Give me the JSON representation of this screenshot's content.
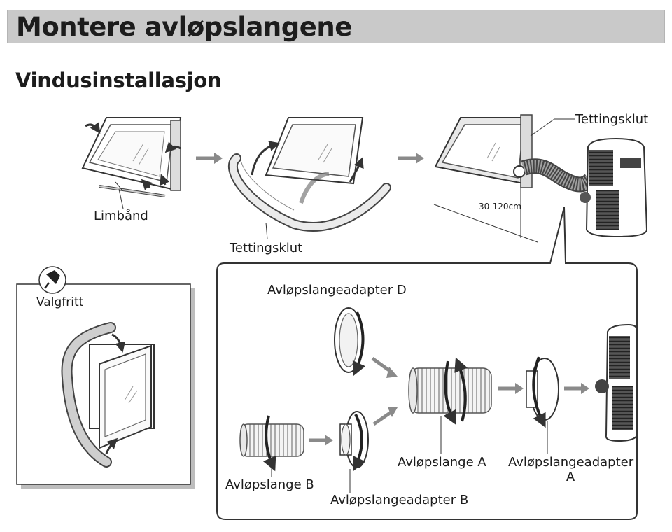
{
  "header": {
    "title": "Montere avløpslangene"
  },
  "section": {
    "heading": "Vindusinstallasjon"
  },
  "labels": {
    "limband": "Limbånd",
    "tettingsklut_bottom": "Tettingsklut",
    "tettingsklut_top": "Tettingsklut",
    "distance": "30-120cm",
    "valgfritt": "Valgfritt",
    "adapter_d": "Avløpslangeadapter D",
    "slange_b": "Avløpslange B",
    "adapter_b": "Avløpslangeadapter B",
    "slange_a": "Avløpslange A",
    "adapter_a_line1": "Avløpslangeadapter",
    "adapter_a_line2": "A"
  },
  "icons": [
    "pushpin-icon",
    "arrow-right-icon",
    "rotate-arrow-icon"
  ]
}
